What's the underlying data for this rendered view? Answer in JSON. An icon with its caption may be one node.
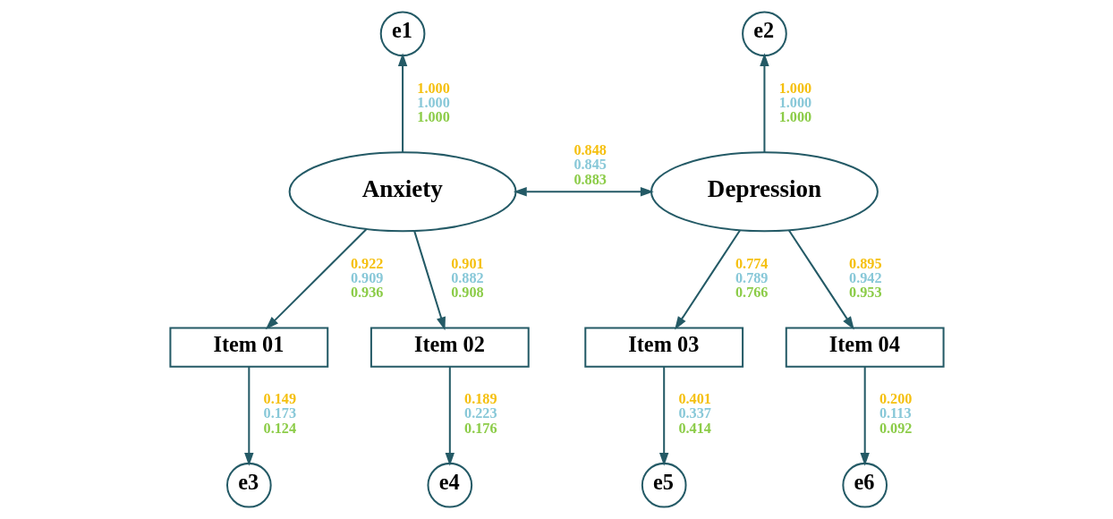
{
  "diagram": {
    "nodes": [
      {
        "text": [
          "e1"
        ]
      },
      {
        "text": [
          "e2"
        ]
      },
      {
        "text": [
          "Anxiety"
        ]
      },
      {
        "text": [
          "Depression"
        ]
      },
      {
        "text": [
          "Item 01"
        ]
      },
      {
        "text": [
          "Item 02"
        ]
      },
      {
        "text": [
          "Item 03"
        ]
      },
      {
        "text": [
          "Item 04"
        ]
      },
      {
        "text": [
          "e3"
        ]
      },
      {
        "text": [
          "e4"
        ]
      },
      {
        "text": [
          "e5"
        ]
      },
      {
        "text": [
          "e6"
        ]
      }
    ],
    "edges": [
      {
        "from": 2,
        "to": 0,
        "arrow": "to",
        "label": "1.000 1.000 1.000"
      },
      {
        "from": 3,
        "to": 1,
        "arrow": "to",
        "label": "1.000 1.000 1.000"
      },
      {
        "from": 2,
        "to": 3,
        "arrow": "both",
        "label": "0.848 0.845 0.883"
      },
      {
        "from": 2,
        "to": 4,
        "arrow": "to",
        "label": "0.922 0.909 0.936"
      },
      {
        "from": 2,
        "to": 5,
        "arrow": "to",
        "label": "0.901 0.882 0.908"
      },
      {
        "from": 3,
        "to": 6,
        "arrow": "to",
        "label": "0.774 0.789 0.766"
      },
      {
        "from": 3,
        "to": 7,
        "arrow": "to",
        "label": "0.895 0.942 0.953"
      },
      {
        "from": 4,
        "to": 8,
        "arrow": "to",
        "label": "0.149 0.173 0.124"
      },
      {
        "from": 5,
        "to": 9,
        "arrow": "to",
        "label": "0.189 0.223 0.176"
      },
      {
        "from": 6,
        "to": 10,
        "arrow": "to",
        "label": "0.401 0.337 0.414"
      },
      {
        "from": 7,
        "to": 11,
        "arrow": "to",
        "label": "0.200 0.113 0.092"
      }
    ]
  }
}
